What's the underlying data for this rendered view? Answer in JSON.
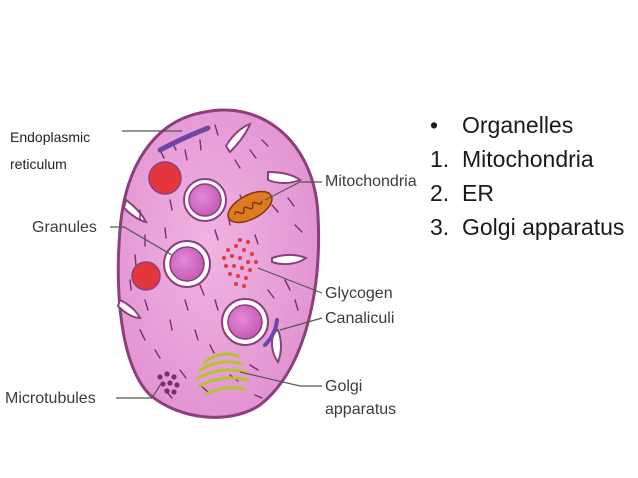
{
  "labels": {
    "endoplasmic_line1": "Endoplasmic",
    "endoplasmic_line2": "reticulum",
    "granules": "Granules",
    "microtubules": "Microtubules",
    "mitochondria": "Mitochondria",
    "glycogen": "Glycogen",
    "canaliculi": "Canaliculi",
    "golgi_line1": "Golgi",
    "golgi_line2": "apparatus"
  },
  "bullets": {
    "heading_marker": "•",
    "heading": "Organelles",
    "items": [
      {
        "marker": "1.",
        "text": "Mitochondria"
      },
      {
        "marker": "2.",
        "text": "ER"
      },
      {
        "marker": "3.",
        "text": "Golgi apparatus"
      }
    ]
  },
  "colors": {
    "cell_fill": "#e69ad6",
    "cell_outline": "#8b3f7c",
    "granule_red": "#e4373d",
    "granule_purple": "#c45bb6",
    "mitochondria": "#e07a1f",
    "golgi": "#b4c42c",
    "er": "#6d47a8",
    "leader_line": "#555555"
  }
}
